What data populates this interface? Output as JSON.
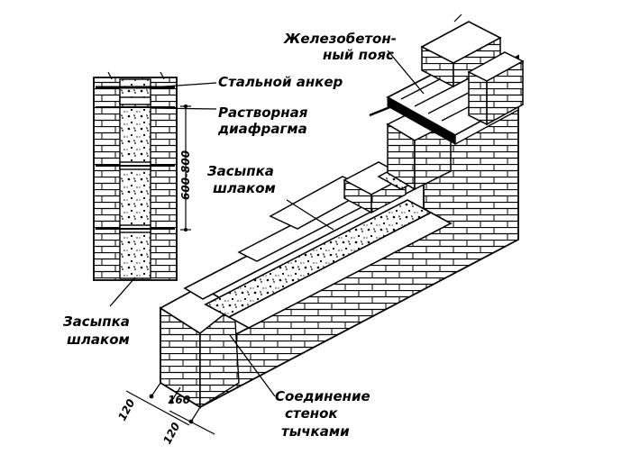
{
  "labels": {
    "reinforced_belt_line1": "Железобетон-",
    "reinforced_belt_line2": "ный пояс",
    "steel_anchor": "Стальной анкер",
    "mortar_diaphragm_line1": "Растворная",
    "mortar_diaphragm_line2": "диафрагма",
    "slag_fill_right_line1": "Засыпка",
    "slag_fill_right_line2": "шлаком",
    "slag_fill_left_line1": "Засыпка",
    "slag_fill_left_line2": "шлаком",
    "header_joint_line1": "Соединение",
    "header_joint_line2": "стенок",
    "header_joint_line3": "тычками"
  },
  "dimensions": {
    "diaphragm_spacing": "600-800",
    "wall_left": "120",
    "cavity": "160",
    "wall_right": "120"
  },
  "colors": {
    "ink": "#000000",
    "paper": "#ffffff"
  }
}
